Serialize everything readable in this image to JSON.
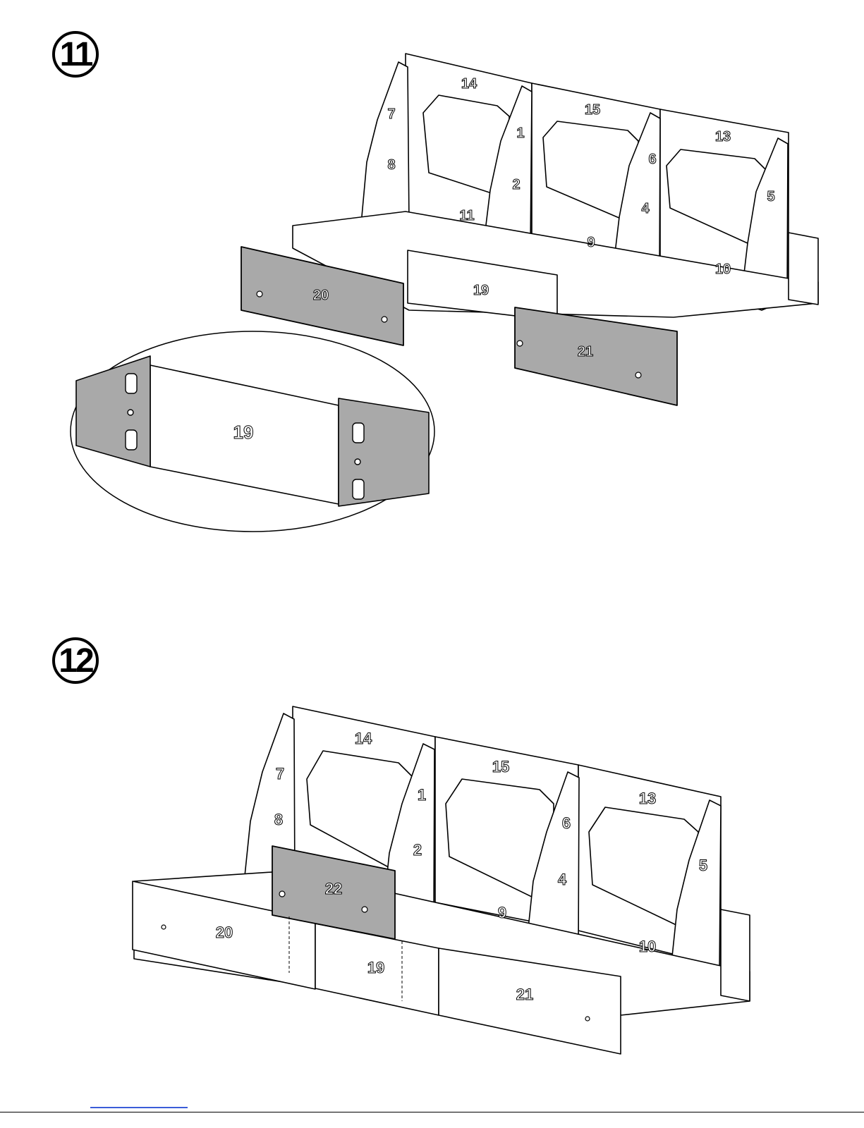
{
  "steps": [
    {
      "number": "11",
      "panel_labels": [
        "14",
        "15",
        "13",
        "7",
        "8",
        "1",
        "2",
        "6",
        "4",
        "5",
        "11",
        "9",
        "10",
        "20",
        "19",
        "21"
      ],
      "detail_label": "19"
    },
    {
      "number": "12",
      "panel_labels": [
        "14",
        "15",
        "13",
        "7",
        "8",
        "1",
        "2",
        "6",
        "4",
        "5",
        "9",
        "10",
        "22",
        "20",
        "19",
        "21"
      ]
    }
  ],
  "colors": {
    "line": "#000000",
    "panel": "#ffffff",
    "highlight": "#a9a9a9",
    "footer_link": "#3a5cd8"
  }
}
